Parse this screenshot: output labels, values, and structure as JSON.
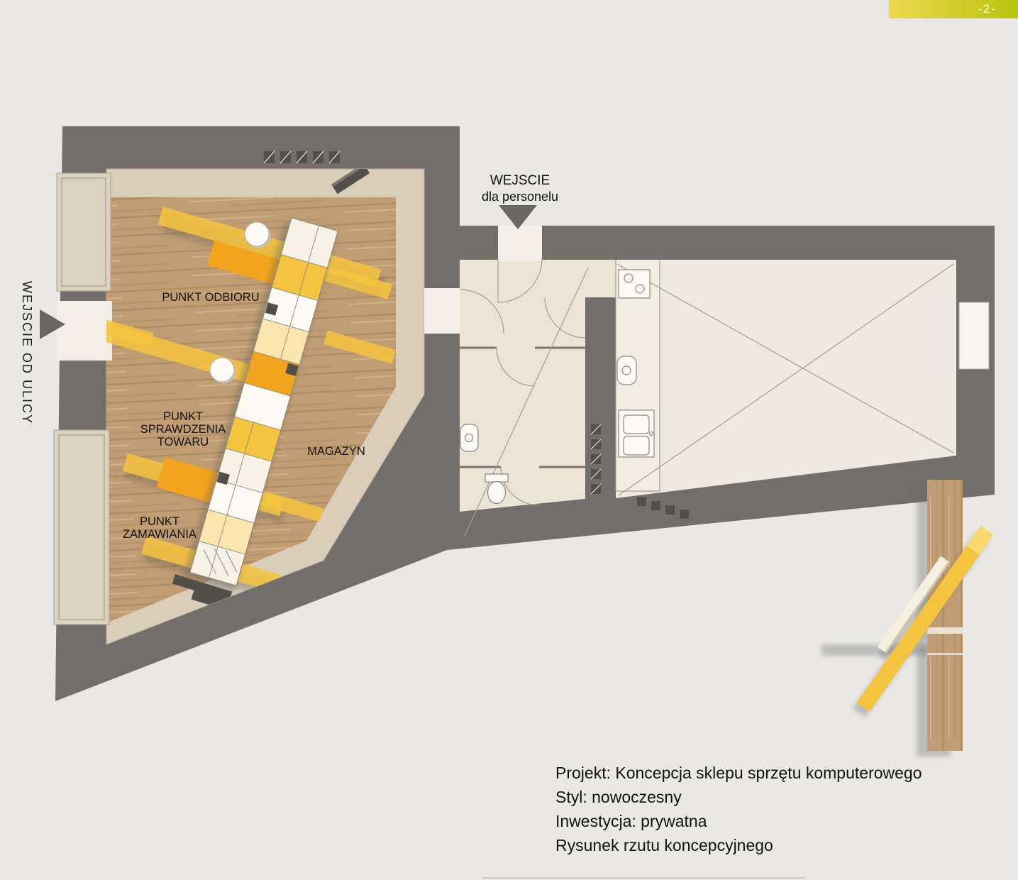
{
  "page": {
    "number_label": "-2-"
  },
  "colors": {
    "bg": "#e9e8e5",
    "wall": "#716e6b",
    "beige": "#dacdba",
    "wood": "#c19d73",
    "big_room": "#efeadf",
    "room": "#ece3d4",
    "kitchen": "#f2ede1",
    "gap": "#f3efe7",
    "yellow": "#f5c43e",
    "orange": "#f2a41e",
    "cream": "#f7f2e6",
    "pale": "#fbe7ae",
    "white_seg": "#fcfaf3",
    "line": "#a39d92",
    "dark_item": "#534f49",
    "ink": "#121212",
    "ribbon_a": "#eed84e",
    "ribbon_b": "#b7c40f"
  },
  "plan": {
    "entrances": {
      "street": "WEJSCIE OD ULICY",
      "staff_l1": "WEJSCIE",
      "staff_l2": "dla personelu"
    },
    "areas": {
      "pickup": "PUNKT ODBIORU",
      "check": {
        "l1": "PUNKT",
        "l2": "SPRAWDZENIA",
        "l3": "TOWARU"
      },
      "storage": "MAGAZYN",
      "order": {
        "l1": "PUNKT",
        "l2": "ZAMAWIANIA"
      }
    }
  },
  "project": {
    "line1": "Projekt: Koncepcja sklepu sprzętu komputerowego",
    "line2": "Styl: nowoczesny",
    "line3": "Inwestycja: prywatna",
    "line4": "Rysunek rzutu koncepcyjnego"
  }
}
